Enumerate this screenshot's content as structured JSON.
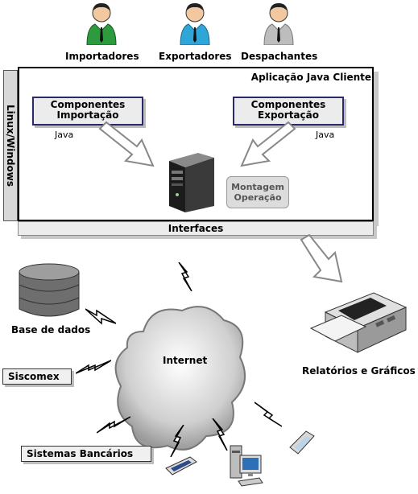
{
  "actors": [
    {
      "label": "Importadores",
      "color": "#2e9a3e"
    },
    {
      "label": "Exportadores",
      "color": "#2fa6d8"
    },
    {
      "label": "Despachantes",
      "color": "#bdbdbd"
    }
  ],
  "client_app": {
    "title": "Aplicação Java Cliente",
    "os_label": "Linux/Windows",
    "components": [
      {
        "line1": "Componentes",
        "line2": "Importação",
        "tech": "Java"
      },
      {
        "line1": "Componentes",
        "line2": "Exportação",
        "tech": "Java"
      }
    ],
    "montagem": {
      "line1": "Montagem",
      "line2": "Operação"
    },
    "interfaces": "Interfaces"
  },
  "network": {
    "internet": "Internet",
    "database": "Base de dados",
    "siscomex": "Siscomex",
    "banks": "Sistemas Bancários",
    "reports": "Relatórios e Gráficos"
  }
}
